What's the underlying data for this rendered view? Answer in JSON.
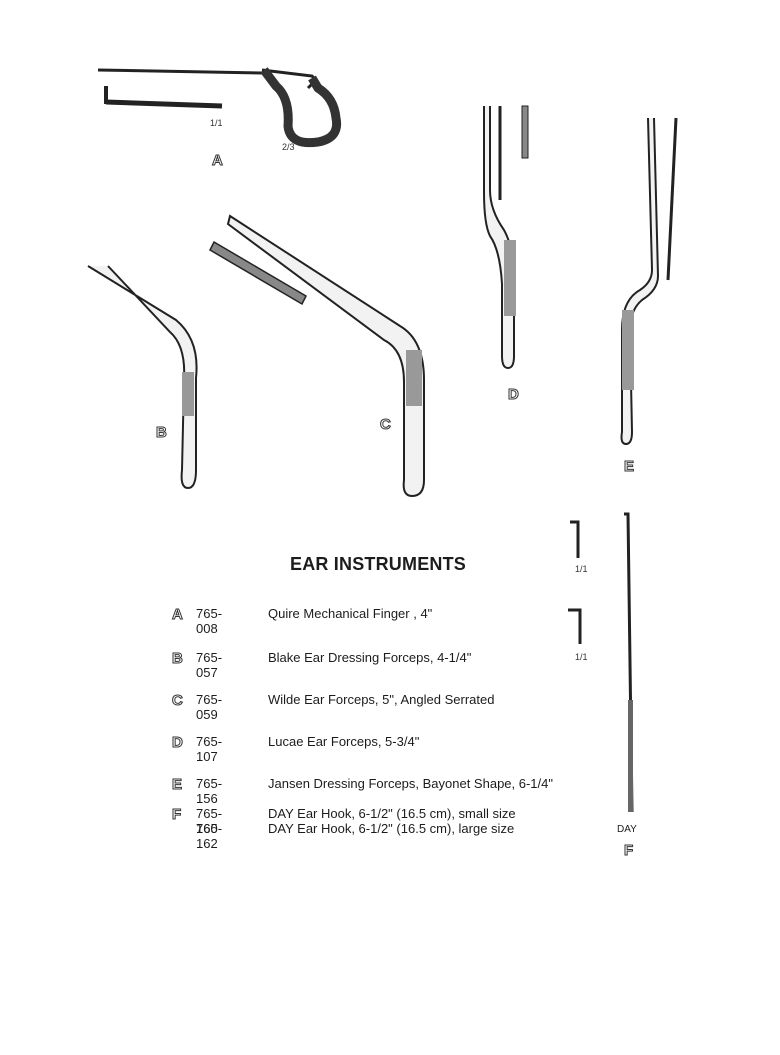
{
  "title": "EAR INSTRUMENTS",
  "figures": {
    "A": {
      "letter": "A",
      "scale_1": "1/1",
      "scale_2": "2/3"
    },
    "B": {
      "letter": "B"
    },
    "C": {
      "letter": "C"
    },
    "D": {
      "letter": "D"
    },
    "E": {
      "letter": "E"
    },
    "F": {
      "letter": "F",
      "label": "DAY",
      "scale_small": "1/1",
      "scale_large": "1/1"
    }
  },
  "items": [
    {
      "letter": "A",
      "code": "765-008",
      "description": "Quire Mechanical Finger , 4\""
    },
    {
      "letter": "B",
      "code": "765-057",
      "description": "Blake Ear Dressing Forceps, 4-1/4\""
    },
    {
      "letter": "C",
      "code": "765-059",
      "description": "Wilde Ear Forceps, 5\", Angled Serrated"
    },
    {
      "letter": "D",
      "code": "765-107",
      "description": "Lucae Ear Forceps, 5-3/4\""
    },
    {
      "letter": "E",
      "code": "765-156",
      "description": "Jansen Dressing Forceps, Bayonet Shape, 6-1/4\""
    },
    {
      "letter": "F",
      "code": "765-160",
      "description": "DAY Ear Hook, 6-1/2\" (16.5 cm), small size"
    },
    {
      "letter": "",
      "code": "765-162",
      "description": "DAY Ear Hook, 6-1/2\" (16.5 cm), large size"
    }
  ]
}
